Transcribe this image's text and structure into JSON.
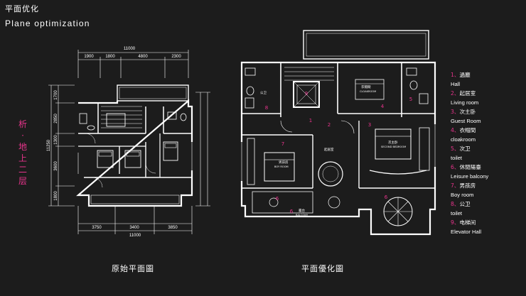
{
  "header": {
    "title_cn": "平面优化",
    "title_en": "Plane optimization"
  },
  "side_label": [
    "析",
    "·",
    "地",
    "上",
    "二",
    "层"
  ],
  "captions": {
    "original": "原始平面圖",
    "optimized": "平面優化圖"
  },
  "original_plan": {
    "top_dimension_total": "11000",
    "top_dimensions": [
      "1900",
      "1800",
      "4800",
      "2300"
    ],
    "bottom_dimension_total": "11000",
    "bottom_dimensions": [
      "3750",
      "3400",
      "3850"
    ],
    "left_dimensions": [
      "1700",
      "2850",
      "1300",
      "3600",
      "1800"
    ],
    "left_dimension_total": "11250"
  },
  "optimized_plan": {
    "room_numbers": [
      "1",
      "2",
      "3",
      "4",
      "5",
      "6",
      "7",
      "8",
      "9",
      "6",
      "6"
    ],
    "room_labels": {
      "living": "起居室",
      "guest": "次主卧",
      "guest_en": "SECOND BEDROOM",
      "cloak": "衣帽間",
      "cloak_en": "CLOAKROOM",
      "boy": "男孩房",
      "boy_en": "BOY ROOM",
      "balcony": "露台",
      "balcony_en": "BALCONY",
      "toilet": "公卫"
    }
  },
  "legend": [
    {
      "num": "1",
      "cn": "過廳",
      "en": "Hall"
    },
    {
      "num": "2",
      "cn": "起居室",
      "en": "Living room"
    },
    {
      "num": "3",
      "cn": "次主卧",
      "en": "Guest Room"
    },
    {
      "num": "4",
      "cn": "衣帽間",
      "en": "cloakroom"
    },
    {
      "num": "5",
      "cn": "次卫",
      "en": "toilet"
    },
    {
      "num": "6",
      "cn": "休閒陽臺",
      "en": "Leisure balcony"
    },
    {
      "num": "7",
      "cn": "男孩房",
      "en": "Boy room"
    },
    {
      "num": "8",
      "cn": "公卫",
      "en": "toilet"
    },
    {
      "num": "9",
      "cn": "电梯间",
      "en": "Elevator Hall"
    }
  ],
  "colors": {
    "background": "#1c1c1c",
    "line": "#ffffff",
    "accent": "#e8348c"
  }
}
